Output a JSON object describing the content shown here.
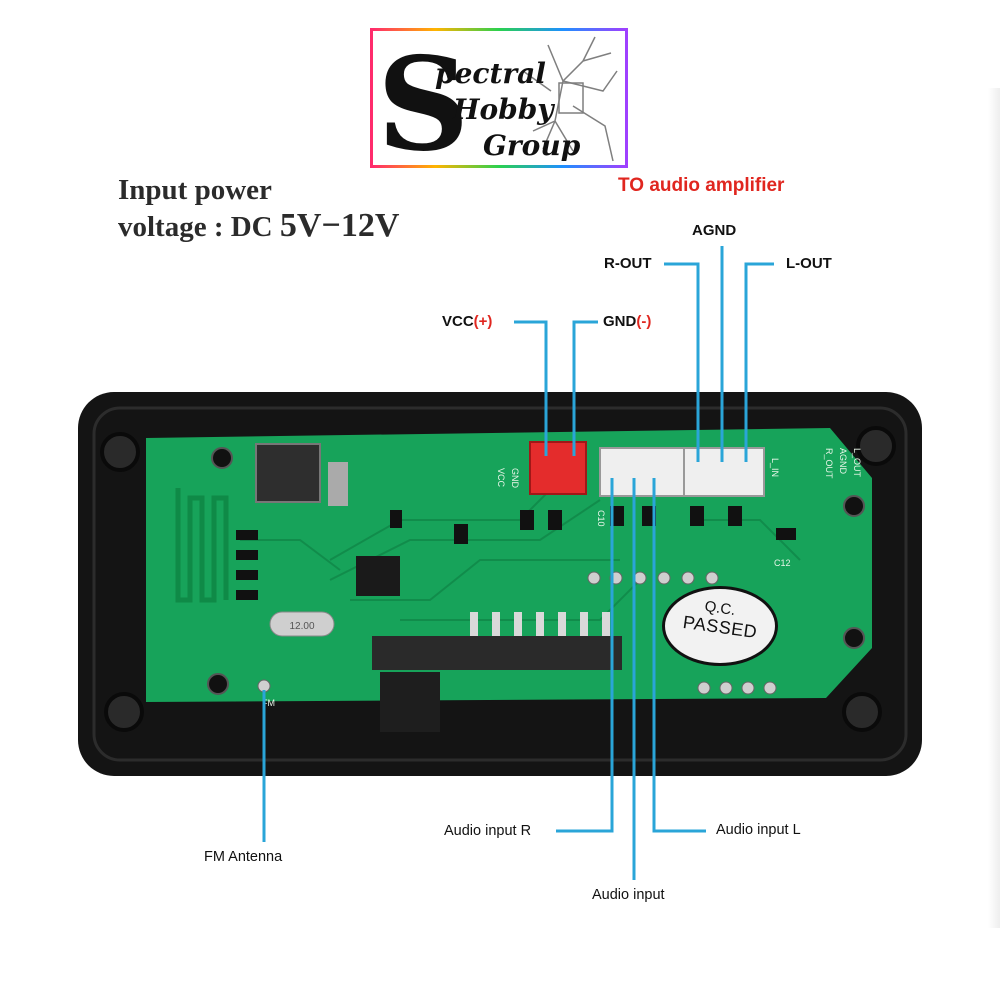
{
  "logo": {
    "text_line1": "Spectral",
    "text_line2": "Hobby",
    "text_line3": "Group"
  },
  "power": {
    "line1": "Input power",
    "line2_prefix": "voltage : DC",
    "line2_value": "5V−12V"
  },
  "amplifier_heading": "TO audio amplifier",
  "pins": {
    "agnd": "AGND",
    "r_out": "R-OUT",
    "l_out": "L-OUT",
    "vcc": "VCC",
    "vcc_sign": "(+)",
    "gnd": "GND",
    "gnd_sign": "(-)"
  },
  "bottom_labels": {
    "audio_input_r": "Audio input R",
    "audio_input_l": "Audio input L",
    "audio_input": "Audio input",
    "fm_antenna": "FM Antenna"
  },
  "qc_stamp": {
    "line1": "Q.C.",
    "line2": "PASSED"
  },
  "board_silkscreen": {
    "vcc": "VCC",
    "gnd": "GND",
    "fm": "FM",
    "agnd": "AGND",
    "l_in": "L_IN",
    "r_out": "R_OUT",
    "l_out": "L_OUT",
    "c10": "C10",
    "c12": "C12",
    "crystal": "12.00"
  },
  "colors": {
    "leader_line": "#2aa5d8",
    "pcb": "#17a35a",
    "enclosure": "#141414",
    "red_text": "#e0261f",
    "red_connector": "#e42c2c"
  }
}
